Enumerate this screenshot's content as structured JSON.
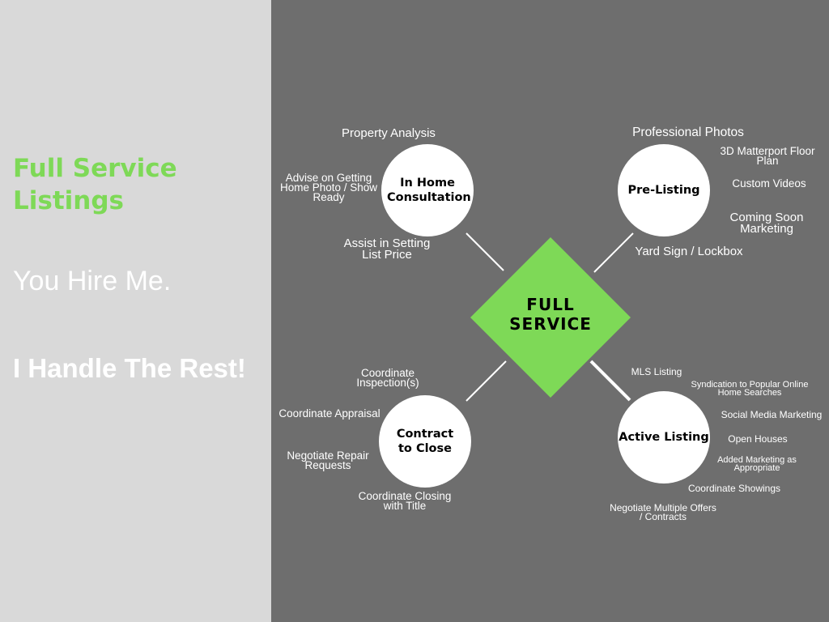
{
  "left": {
    "title": "Full Service Listings",
    "tagline1": "You Hire Me.",
    "tagline2": "I Handle The Rest!"
  },
  "center": {
    "label": "FULL\nSERVICE"
  },
  "colors": {
    "accent": "#7ed957",
    "panel_light": "#d9d9d9",
    "panel_dark": "#6e6e6e"
  },
  "nodes": {
    "in_home": {
      "label": "In Home Consultation",
      "items": [
        "Property Analysis",
        "Advise on Getting Home Photo / Show Ready",
        "Assist in Setting List Price"
      ]
    },
    "pre_listing": {
      "label": "Pre-Listing",
      "items": [
        "Professional Photos",
        "3D Matterport Floor Plan",
        "Custom Videos",
        "Coming Soon Marketing",
        "Yard Sign / Lockbox"
      ]
    },
    "contract": {
      "label": "Contract to Close",
      "items": [
        "Coordinate Inspection(s)",
        "Coordinate Appraisal",
        "Negotiate Repair Requests",
        "Coordinate Closing with Title"
      ]
    },
    "active": {
      "label": "Active Listing",
      "items": [
        "MLS Listing",
        "Syndication to Popular Online Home Searches",
        "Social Media Marketing",
        "Open Houses",
        "Added Marketing as Appropriate",
        "Coordinate Showings",
        "Negotiate Multiple Offers / Contracts"
      ]
    }
  }
}
